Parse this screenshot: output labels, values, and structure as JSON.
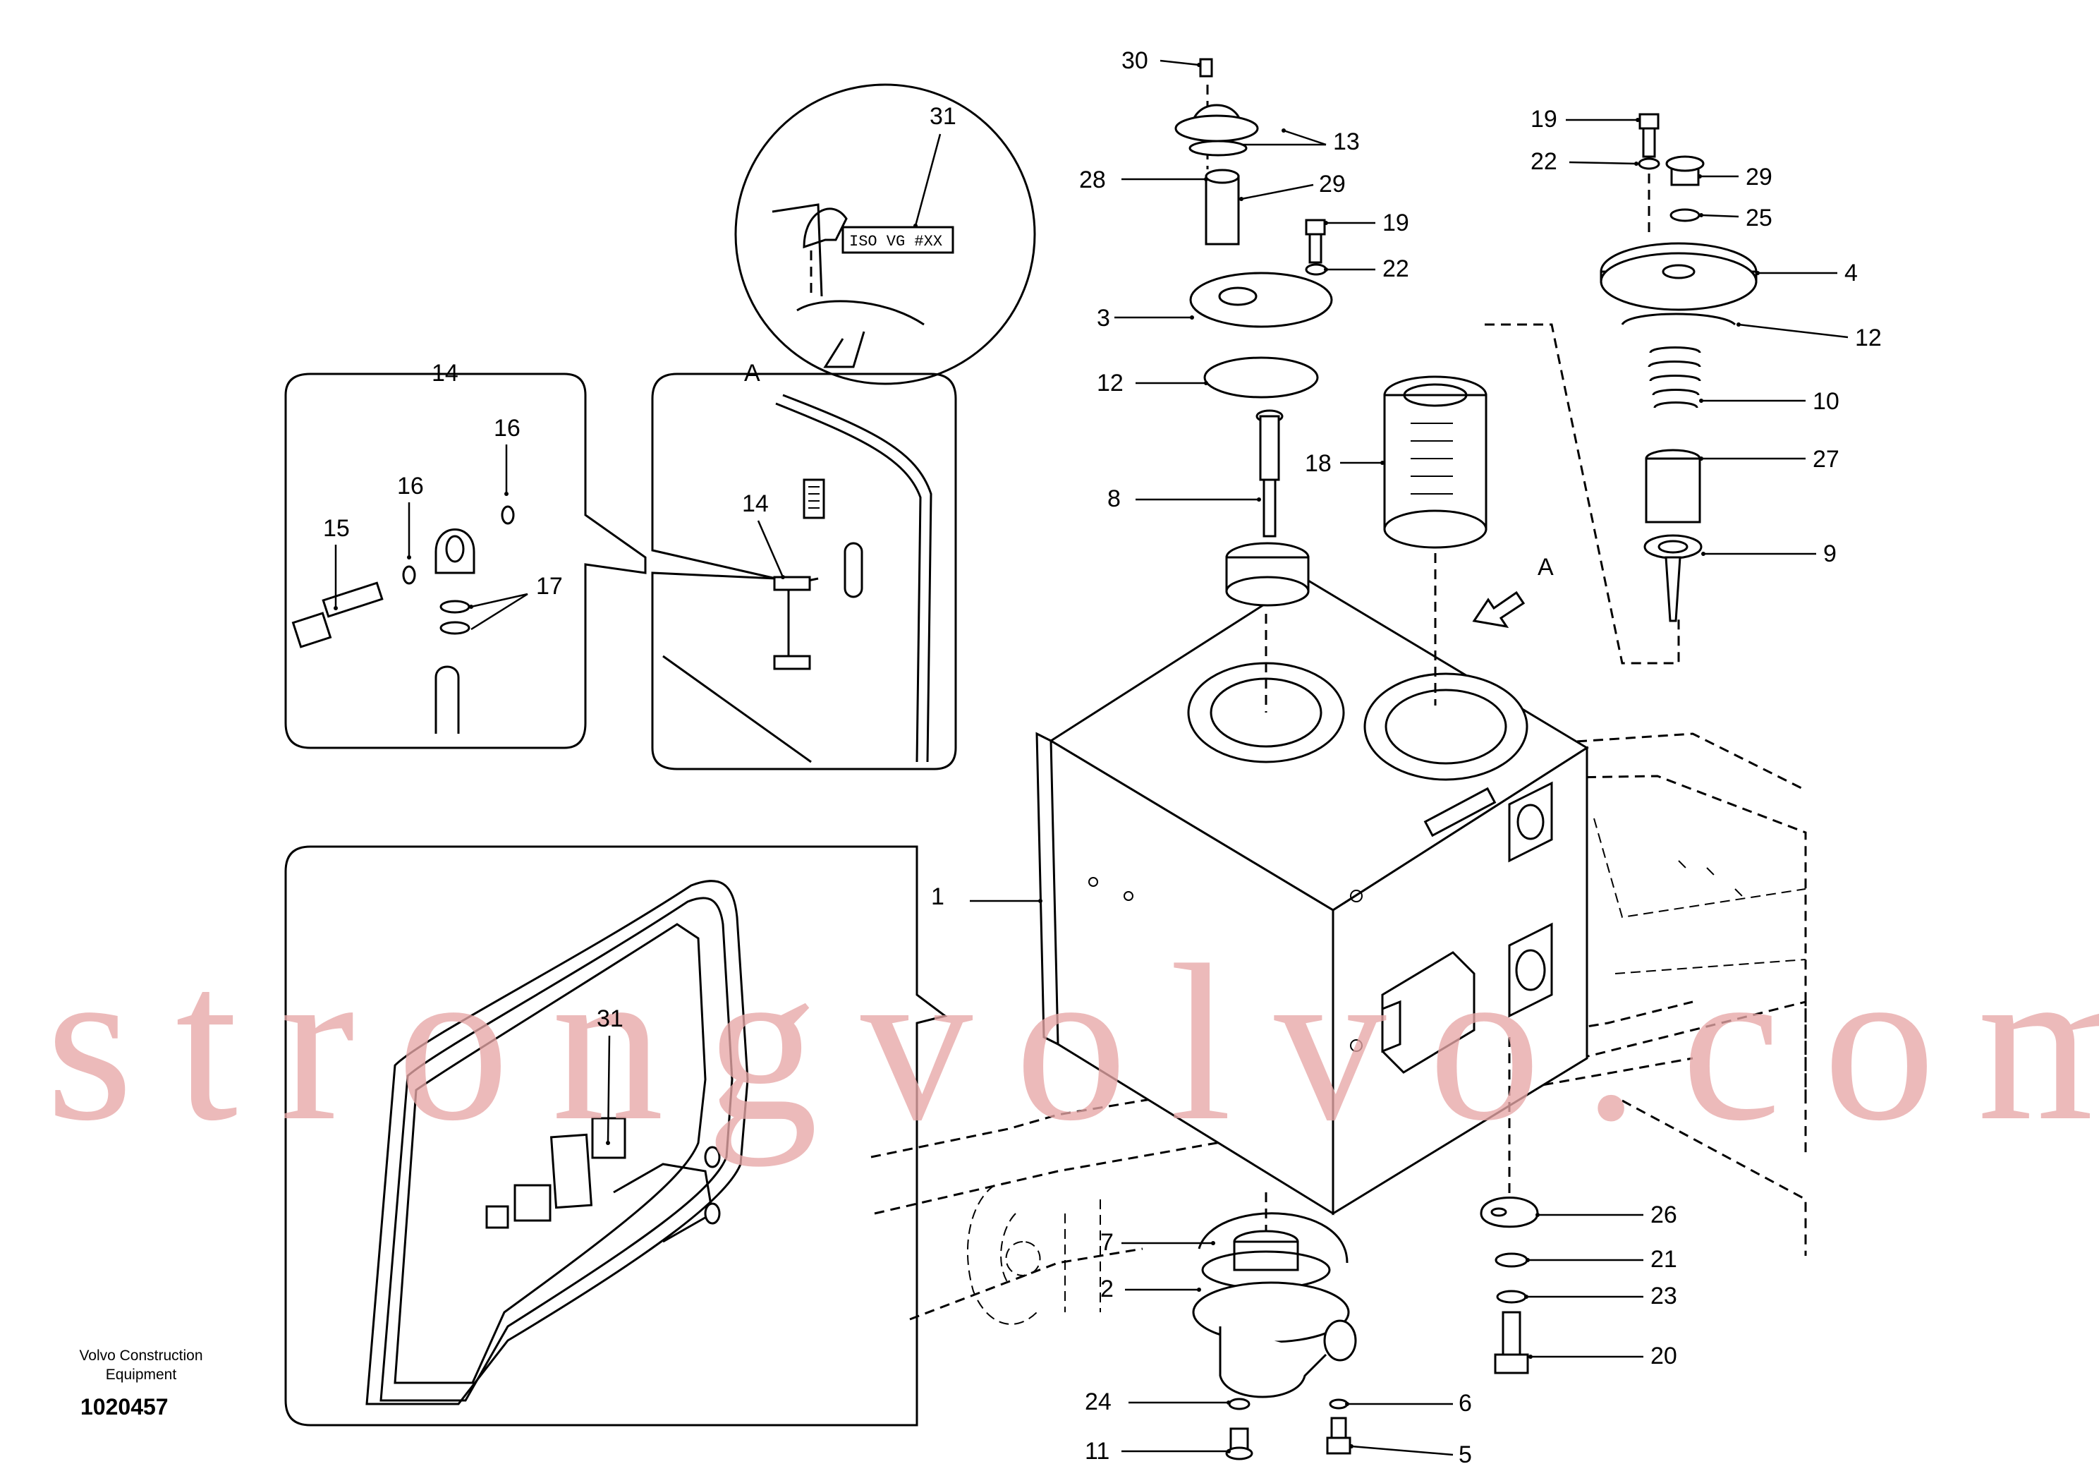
{
  "drawing": {
    "view_label": "A",
    "detail_14_label": "14",
    "plate_text": "ISO VG #XX"
  },
  "callouts": [
    {
      "id": "c30",
      "text": "30"
    },
    {
      "id": "c13",
      "text": "13"
    },
    {
      "id": "c28",
      "text": "28"
    },
    {
      "id": "c29a",
      "text": "29"
    },
    {
      "id": "c19a",
      "text": "19"
    },
    {
      "id": "c22a",
      "text": "22"
    },
    {
      "id": "c3",
      "text": "3"
    },
    {
      "id": "c12a",
      "text": "12"
    },
    {
      "id": "c8",
      "text": "8"
    },
    {
      "id": "c18",
      "text": "18"
    },
    {
      "id": "c19b",
      "text": "19"
    },
    {
      "id": "c22b",
      "text": "22"
    },
    {
      "id": "c29b",
      "text": "29"
    },
    {
      "id": "c25",
      "text": "25"
    },
    {
      "id": "c4",
      "text": "4"
    },
    {
      "id": "c12b",
      "text": "12"
    },
    {
      "id": "c10",
      "text": "10"
    },
    {
      "id": "c27",
      "text": "27"
    },
    {
      "id": "c9",
      "text": "9"
    },
    {
      "id": "c31a",
      "text": "31"
    },
    {
      "id": "c16a",
      "text": "16"
    },
    {
      "id": "c16b",
      "text": "16"
    },
    {
      "id": "c15",
      "text": "15"
    },
    {
      "id": "c17",
      "text": "17"
    },
    {
      "id": "c14",
      "text": "14"
    },
    {
      "id": "c31b",
      "text": "31"
    },
    {
      "id": "c1",
      "text": "1"
    },
    {
      "id": "c26",
      "text": "26"
    },
    {
      "id": "c21",
      "text": "21"
    },
    {
      "id": "c23",
      "text": "23"
    },
    {
      "id": "c20",
      "text": "20"
    },
    {
      "id": "c7",
      "text": "7"
    },
    {
      "id": "c2",
      "text": "2"
    },
    {
      "id": "c24",
      "text": "24"
    },
    {
      "id": "c11",
      "text": "11"
    },
    {
      "id": "c6",
      "text": "6"
    },
    {
      "id": "c5",
      "text": "5"
    }
  ],
  "watermark": "strongvolvo.com",
  "footer": {
    "maker_line1": "Volvo Construction",
    "maker_line2": "Equipment",
    "doc_number": "1020457"
  }
}
